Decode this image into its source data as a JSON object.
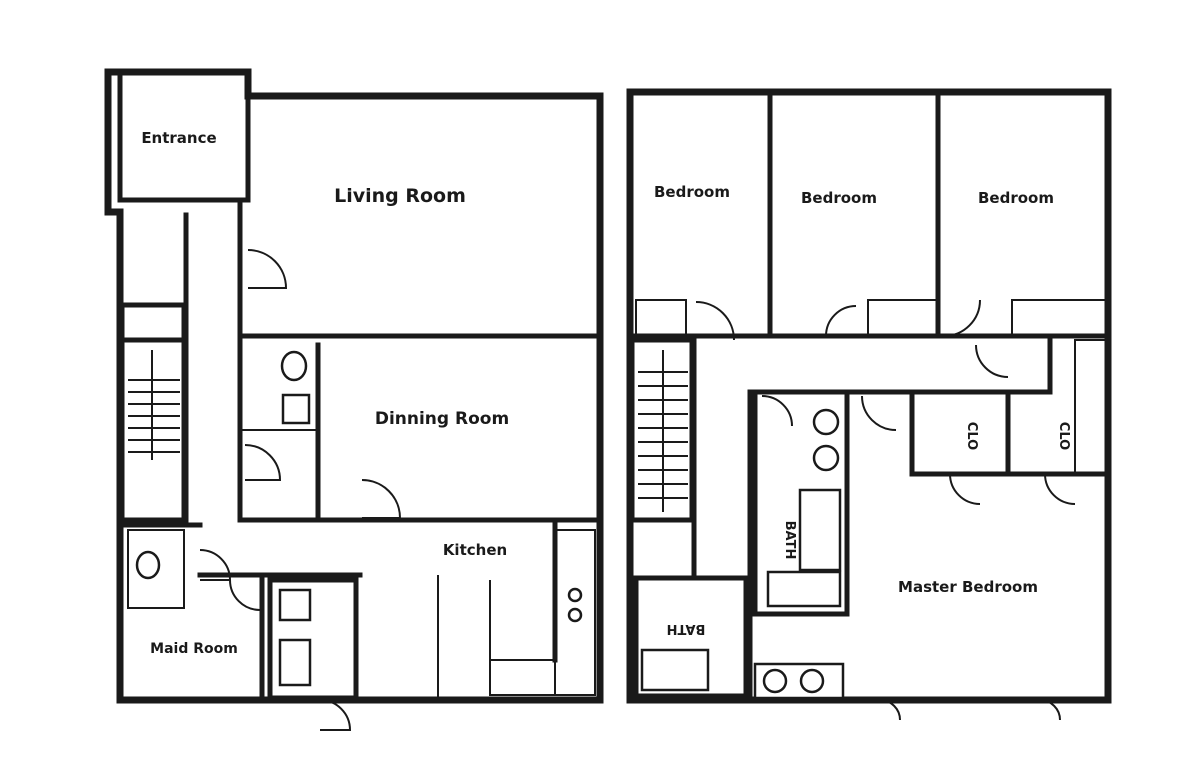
{
  "floors": [
    {
      "rooms": [
        {
          "id": "entrance",
          "label": "Entrance"
        },
        {
          "id": "living",
          "label": "Living Room"
        },
        {
          "id": "dining",
          "label": "Dinning Room"
        },
        {
          "id": "kitchen",
          "label": "Kitchen"
        },
        {
          "id": "maid",
          "label": "Maid Room"
        }
      ]
    },
    {
      "rooms": [
        {
          "id": "bed1",
          "label": "Bedroom"
        },
        {
          "id": "bed2",
          "label": "Bedroom"
        },
        {
          "id": "bed3",
          "label": "Bedroom"
        },
        {
          "id": "clo1",
          "label": "CLO"
        },
        {
          "id": "clo2",
          "label": "CLO"
        },
        {
          "id": "bath1",
          "label": "BATH"
        },
        {
          "id": "bath2",
          "label": "BATH"
        },
        {
          "id": "master",
          "label": "Master Bedroom"
        }
      ]
    }
  ]
}
